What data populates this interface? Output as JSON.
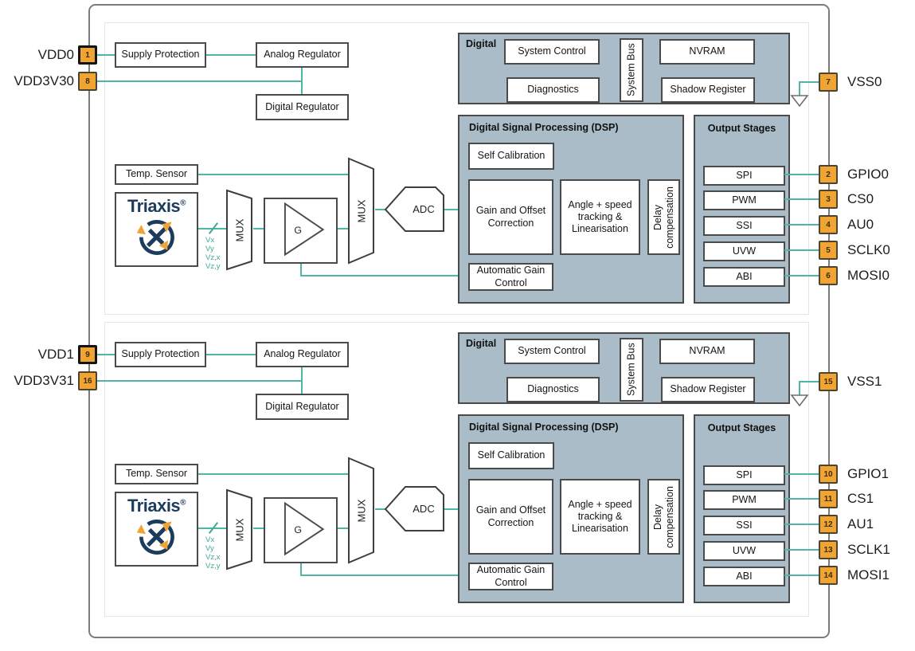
{
  "blocks": {
    "supply_protection": "Supply Protection",
    "analog_regulator": "Analog Regulator",
    "digital_regulator": "Digital Regulator",
    "temp_sensor": "Temp. Sensor",
    "triaxis_brand": "Triaxis",
    "triaxis_reg": "®",
    "mux": "MUX",
    "gain_amp": "G",
    "adc": "ADC",
    "digital_title": "Digital",
    "system_control": "System Control",
    "diagnostics": "Diagnostics",
    "system_bus": "System Bus",
    "nvram": "NVRAM",
    "shadow_register": "Shadow Register",
    "dsp_title": "Digital Signal Processing (DSP)",
    "self_calibration": "Self Calibration",
    "gain_offset": "Gain and Offset Correction",
    "angle_tracking": "Angle + speed tracking & Linearisation",
    "delay_compensation": "Delay compensation",
    "agc": "Automatic Gain Control",
    "output_stages_title": "Output Stages",
    "output_modes": [
      "SPI",
      "PWM",
      "SSI",
      "UVW",
      "ABI"
    ]
  },
  "signals": [
    "Vx",
    "Vy",
    "Vz,x",
    "Vz,y"
  ],
  "dies": [
    {
      "left_pins": [
        {
          "num": "1",
          "label": "VDD0"
        },
        {
          "num": "8",
          "label": "VDD3V30"
        }
      ],
      "vss_pin": {
        "num": "7",
        "label": "VSS0"
      },
      "io_pins": [
        {
          "num": "2",
          "label": "GPIO0"
        },
        {
          "num": "3",
          "label": "CS0"
        },
        {
          "num": "4",
          "label": "AU0"
        },
        {
          "num": "5",
          "label": "SCLK0"
        },
        {
          "num": "6",
          "label": "MOSI0"
        }
      ]
    },
    {
      "left_pins": [
        {
          "num": "9",
          "label": "VDD1"
        },
        {
          "num": "16",
          "label": "VDD3V31"
        }
      ],
      "vss_pin": {
        "num": "15",
        "label": "VSS1"
      },
      "io_pins": [
        {
          "num": "10",
          "label": "GPIO1"
        },
        {
          "num": "11",
          "label": "CS1"
        },
        {
          "num": "12",
          "label": "AU1"
        },
        {
          "num": "13",
          "label": "SCLK1"
        },
        {
          "num": "14",
          "label": "MOSI1"
        }
      ]
    }
  ],
  "colors": {
    "accent_teal": "#4DB6A4",
    "block_fill": "#A9BCC7",
    "pin_orange": "#F0A434",
    "logo_navy": "#1C3C5E",
    "border_dark": "#4A4A4A"
  }
}
